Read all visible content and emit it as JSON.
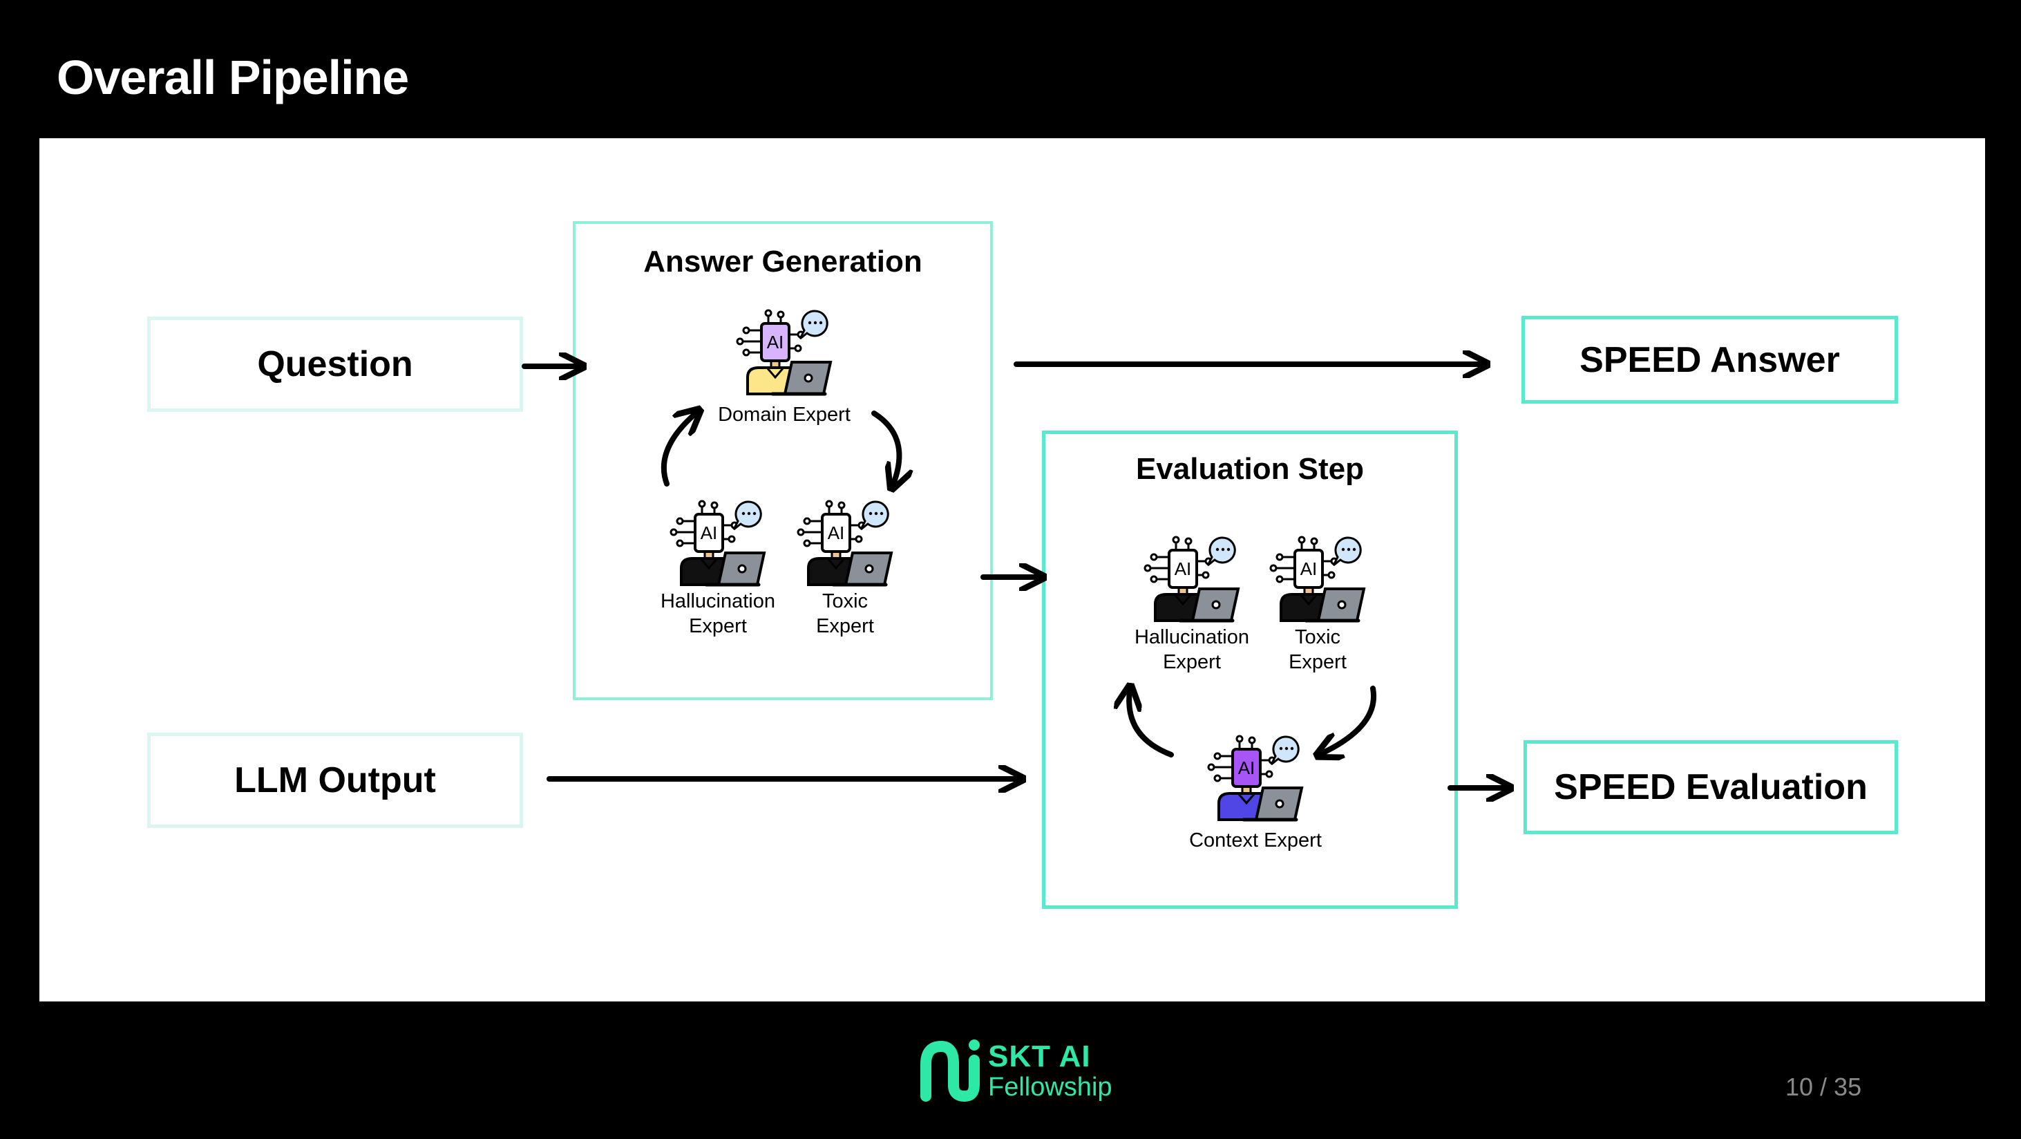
{
  "title": "Overall Pipeline",
  "inputs": {
    "question": "Question",
    "llm_output": "LLM Output"
  },
  "answer_generation": {
    "title": "Answer Generation",
    "domain_expert": "Domain Expert",
    "hallucination_expert": [
      "Hallucination",
      "Expert"
    ],
    "toxic_expert": [
      "Toxic",
      "Expert"
    ]
  },
  "evaluation_step": {
    "title": "Evaluation Step",
    "hallucination_expert": [
      "Hallucination",
      "Expert"
    ],
    "toxic_expert": [
      "Toxic",
      "Expert"
    ],
    "context_expert": "Context Expert"
  },
  "outputs": {
    "answer": "SPEED Answer",
    "evaluation": "SPEED Evaluation"
  },
  "icon_text": "AI",
  "logo": {
    "top": "SKT AI",
    "bottom": "Fellowship"
  },
  "page": "10 / 35",
  "colors": {
    "accent_teal": "#5ae9cc",
    "pale_teal": "#dbf6f1",
    "logo_green": "#2de8a6",
    "domain_expert_body": "#fde68a",
    "domain_expert_chip": "#d8b4fe",
    "context_expert_body": "#4f46e5",
    "context_expert_chip": "#a855f7"
  },
  "icons": {
    "expert": "ai-expert-icon",
    "speech": "speech-bubble-icon",
    "laptop": "laptop-icon",
    "logo": "skt-ai-logo-icon"
  }
}
